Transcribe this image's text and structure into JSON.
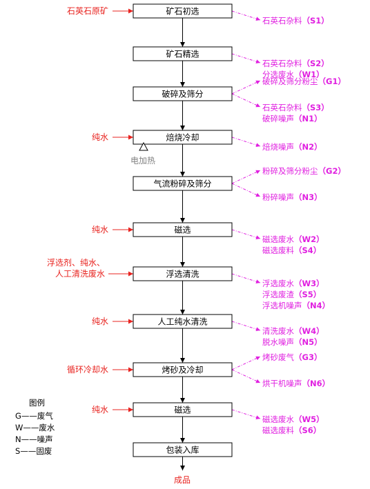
{
  "steps": [
    {
      "label": "矿石初选"
    },
    {
      "label": "矿石精选"
    },
    {
      "label": "破碎及筛分"
    },
    {
      "label": "焙烧冷却"
    },
    {
      "label": "气流粉碎及筛分"
    },
    {
      "label": "磁选"
    },
    {
      "label": "浮选清洗"
    },
    {
      "label": "人工纯水清洗"
    },
    {
      "label": "烤砂及冷却"
    },
    {
      "label": "磁选"
    },
    {
      "label": "包装入库"
    }
  ],
  "inputs": [
    {
      "step": 0,
      "lines": [
        "石英石原矿"
      ]
    },
    {
      "step": 3,
      "lines": [
        "纯水"
      ]
    },
    {
      "step": 5,
      "lines": [
        "纯水"
      ]
    },
    {
      "step": 6,
      "lines": [
        "浮选剂、纯水、",
        "人工清洗废水"
      ]
    },
    {
      "step": 7,
      "lines": [
        "纯水"
      ]
    },
    {
      "step": 8,
      "lines": [
        "循环冷却水"
      ]
    },
    {
      "step": 9,
      "lines": [
        "纯水"
      ]
    }
  ],
  "outputs": [
    {
      "step": 0,
      "items": [
        {
          "name": "石英石杂料",
          "code": "（S1）"
        }
      ]
    },
    {
      "step": 1,
      "items": [
        {
          "name": "石英石杂料",
          "code": "（S2）"
        },
        {
          "name": "分选废水",
          "code": "（W1）"
        }
      ]
    },
    {
      "step": 2,
      "branch": "up",
      "items": [
        {
          "name": "破碎及筛分粉尘",
          "code": "（G1）"
        }
      ]
    },
    {
      "step": 2,
      "branch": "down",
      "items": [
        {
          "name": "石英石杂料",
          "code": "（S3）"
        },
        {
          "name": "破碎噪声",
          "code": "（N1）"
        }
      ]
    },
    {
      "step": 3,
      "items": [
        {
          "name": "焙烧噪声",
          "code": "（N2）"
        }
      ]
    },
    {
      "step": 4,
      "branch": "up",
      "items": [
        {
          "name": "粉碎及筛分粉尘",
          "code": "（G2）"
        }
      ]
    },
    {
      "step": 4,
      "branch": "down",
      "items": [
        {
          "name": "粉碎噪声",
          "code": "（N3）"
        }
      ]
    },
    {
      "step": 5,
      "items": [
        {
          "name": "磁选废水",
          "code": "（W2）"
        },
        {
          "name": "磁选废料",
          "code": "（S4）"
        }
      ]
    },
    {
      "step": 6,
      "items": [
        {
          "name": "浮选废水",
          "code": "（W3）"
        },
        {
          "name": "浮选废渣",
          "code": "（S5）"
        },
        {
          "name": "浮选机噪声",
          "code": "（N4）"
        }
      ]
    },
    {
      "step": 7,
      "items": [
        {
          "name": "清洗废水",
          "code": "（W4）"
        },
        {
          "name": "脱水噪声",
          "code": "（N5）"
        }
      ]
    },
    {
      "step": 8,
      "branch": "up",
      "items": [
        {
          "name": "烤砂废气",
          "code": "（G3）"
        }
      ]
    },
    {
      "step": 8,
      "branch": "down",
      "items": [
        {
          "name": "烘干机噪声",
          "code": "（N6）"
        }
      ]
    },
    {
      "step": 9,
      "items": [
        {
          "name": "磁选废水",
          "code": "（W5）"
        },
        {
          "name": "磁选废料",
          "code": "（S6）"
        }
      ]
    }
  ],
  "heater_label": "电加热",
  "final_product": "成品",
  "legend": {
    "title": "图例",
    "rows": [
      {
        "key": "G",
        "label": "废气"
      },
      {
        "key": "W",
        "label": "废水"
      },
      {
        "key": "N",
        "label": "噪声"
      },
      {
        "key": "S",
        "label": "固废"
      }
    ]
  },
  "colors": {
    "input": "#e8231f",
    "output": "#e020e0",
    "box": "#000000"
  }
}
